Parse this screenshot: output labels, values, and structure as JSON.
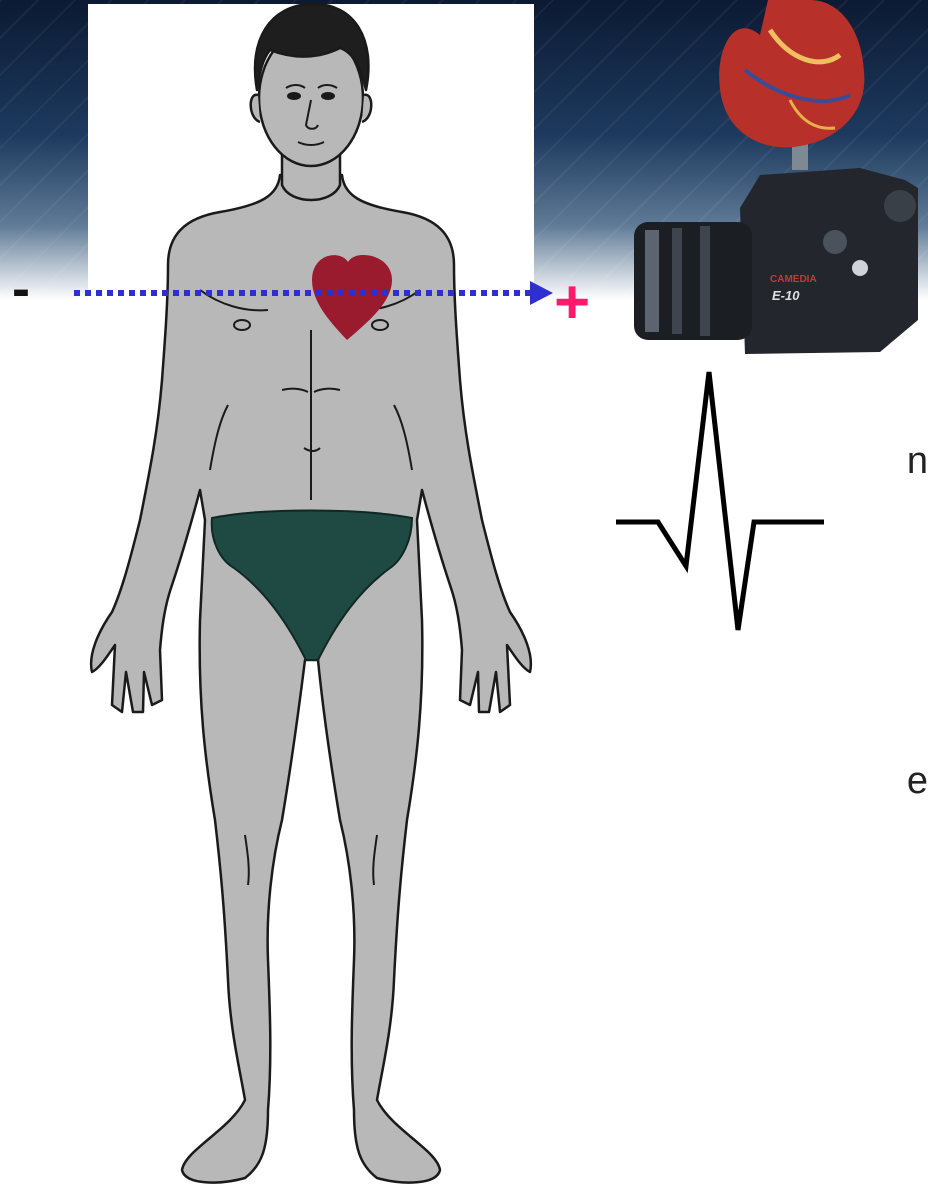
{
  "lead_axis": {
    "negative_label": "-",
    "positive_label": "+"
  },
  "left_text_fragments": [
    "n",
    "e"
  ],
  "camera": {
    "brand_text": "CAMEDIA",
    "model_text": "E-10"
  },
  "colors": {
    "heart": "#9b1b2e",
    "arrow": "#2f2fd0",
    "plus": "#ff1a6e",
    "body_fill": "#b8b8b8",
    "underwear": "#1f4a43"
  },
  "icons": [
    "human-figure",
    "heart-icon",
    "camera-icon",
    "heart-model-icon",
    "ecg-waveform"
  ]
}
